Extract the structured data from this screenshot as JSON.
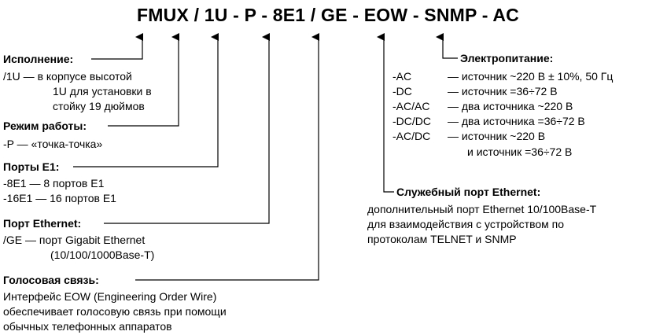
{
  "code": {
    "title": "FMUX / 1U - P - 8E1 / GE - EOW - SNMP - AC"
  },
  "sections": {
    "ispolnenie": {
      "heading": "Исполнение:",
      "lines": [
        "/1U — в корпусе высотой",
        "1U для установки в",
        "стойку 19 дюймов"
      ]
    },
    "rezhim": {
      "heading": "Режим работы:",
      "lines": [
        "-P  — «точка-точка»"
      ]
    },
    "porty": {
      "heading": "Порты Е1:",
      "lines": [
        "-8E1   — 8 портов Е1",
        "-16E1 — 16 портов Е1"
      ]
    },
    "ethernet": {
      "heading": "Порт Ethernet:",
      "lines": [
        "/GE  — порт Gigabit Ethernet",
        "(10/100/1000Base-T)"
      ]
    },
    "golos": {
      "heading": "Голосовая связь:",
      "lines": [
        "Интерфейс EOW (Engineering Order Wire)",
        "обеспечивает голосовую связь при помощи",
        "обычных телефонных аппаратов"
      ]
    },
    "power": {
      "heading": "Электропитание:",
      "rows": [
        {
          "code": "-AC",
          "desc": "— источник ~220 В ± 10%, 50 Гц"
        },
        {
          "code": "-DC",
          "desc": "— источник =36÷72 В"
        },
        {
          "code": "-AC/AC",
          "desc": "— два источника ~220 В"
        },
        {
          "code": "-DC/DC",
          "desc": "— два источника =36÷72 В"
        },
        {
          "code": "-AC/DC",
          "desc": "— источник ~220 В"
        }
      ],
      "extra": "и источник =36÷72 В"
    },
    "service": {
      "heading": "Служебный порт Ethernet:",
      "lines": [
        "дополнительный порт Ethernet 10/100Base-T",
        "для взаимодействия с устройством по",
        "протоколам TELNET и SNMP"
      ]
    }
  }
}
